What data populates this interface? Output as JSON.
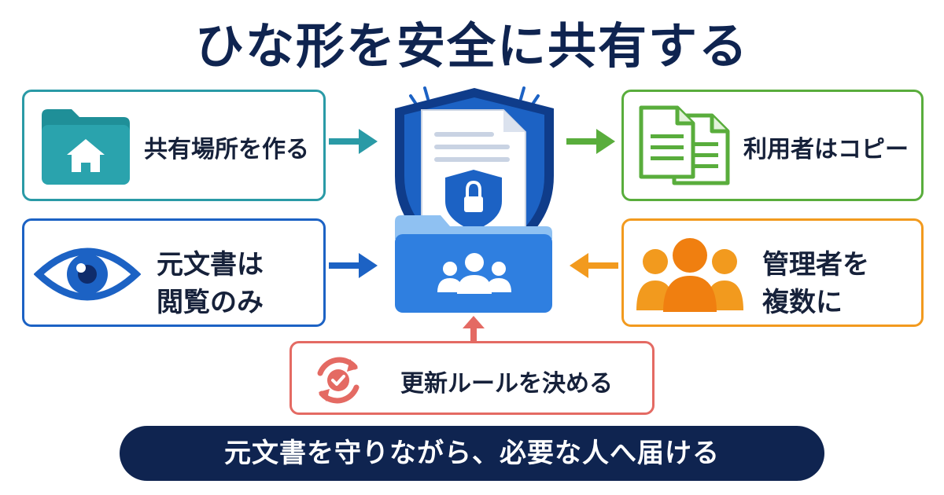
{
  "title": "ひな形を安全に共有する",
  "steps": {
    "create_location": "共有場所を作る",
    "view_only_line1": "元文書は",
    "view_only_line2": "閲覧のみ",
    "user_copies": "利用者はコピー",
    "multiple_admins_line1": "管理者を",
    "multiple_admins_line2": "複数に",
    "update_rules": "更新ルールを決める"
  },
  "banner": "元文書を守りながら、必要な人へ届ける",
  "colors": {
    "navy": "#0f2450",
    "teal": "#2a9aa6",
    "blue": "#1c62c4",
    "green": "#59ad3c",
    "orange": "#f29a1e",
    "red": "#e46a63"
  },
  "icons": {
    "create_location": "folder-home-icon",
    "view_only": "eye-icon",
    "user_copies": "documents-copy-icon",
    "multiple_admins": "people-group-icon",
    "update_rules": "refresh-check-icon",
    "center": "shield-document-folder-icon"
  }
}
